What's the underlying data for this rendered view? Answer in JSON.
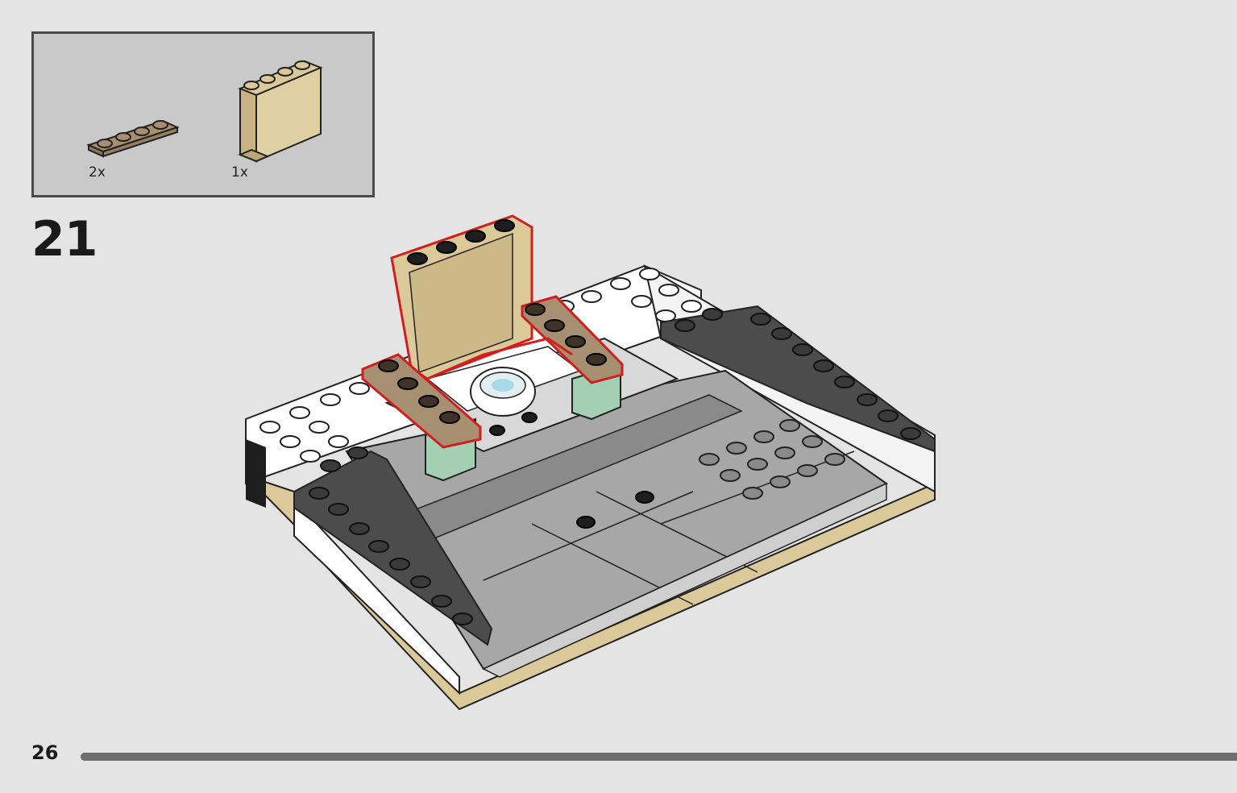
{
  "parts": [
    {
      "name": "tan-plate-1x4",
      "count": "2x",
      "color": "#a79072"
    },
    {
      "name": "tan-panel-1x4x3",
      "count": "1x",
      "color": "#dcc99a"
    }
  ],
  "step": {
    "number": "21"
  },
  "page": {
    "number": "26",
    "progress": 0.97
  },
  "colors": {
    "background": "#e4e4e4",
    "parts_box": "#c9c9c9",
    "highlight": "#d11e1e",
    "dark_bluish_gray": "#4c4c4c",
    "light_bluish_gray": "#a7a7a7",
    "white": "#ffffff",
    "tan": "#dcc99a",
    "dark_tan": "#a79072",
    "sand_green": "#a3cfb3"
  }
}
